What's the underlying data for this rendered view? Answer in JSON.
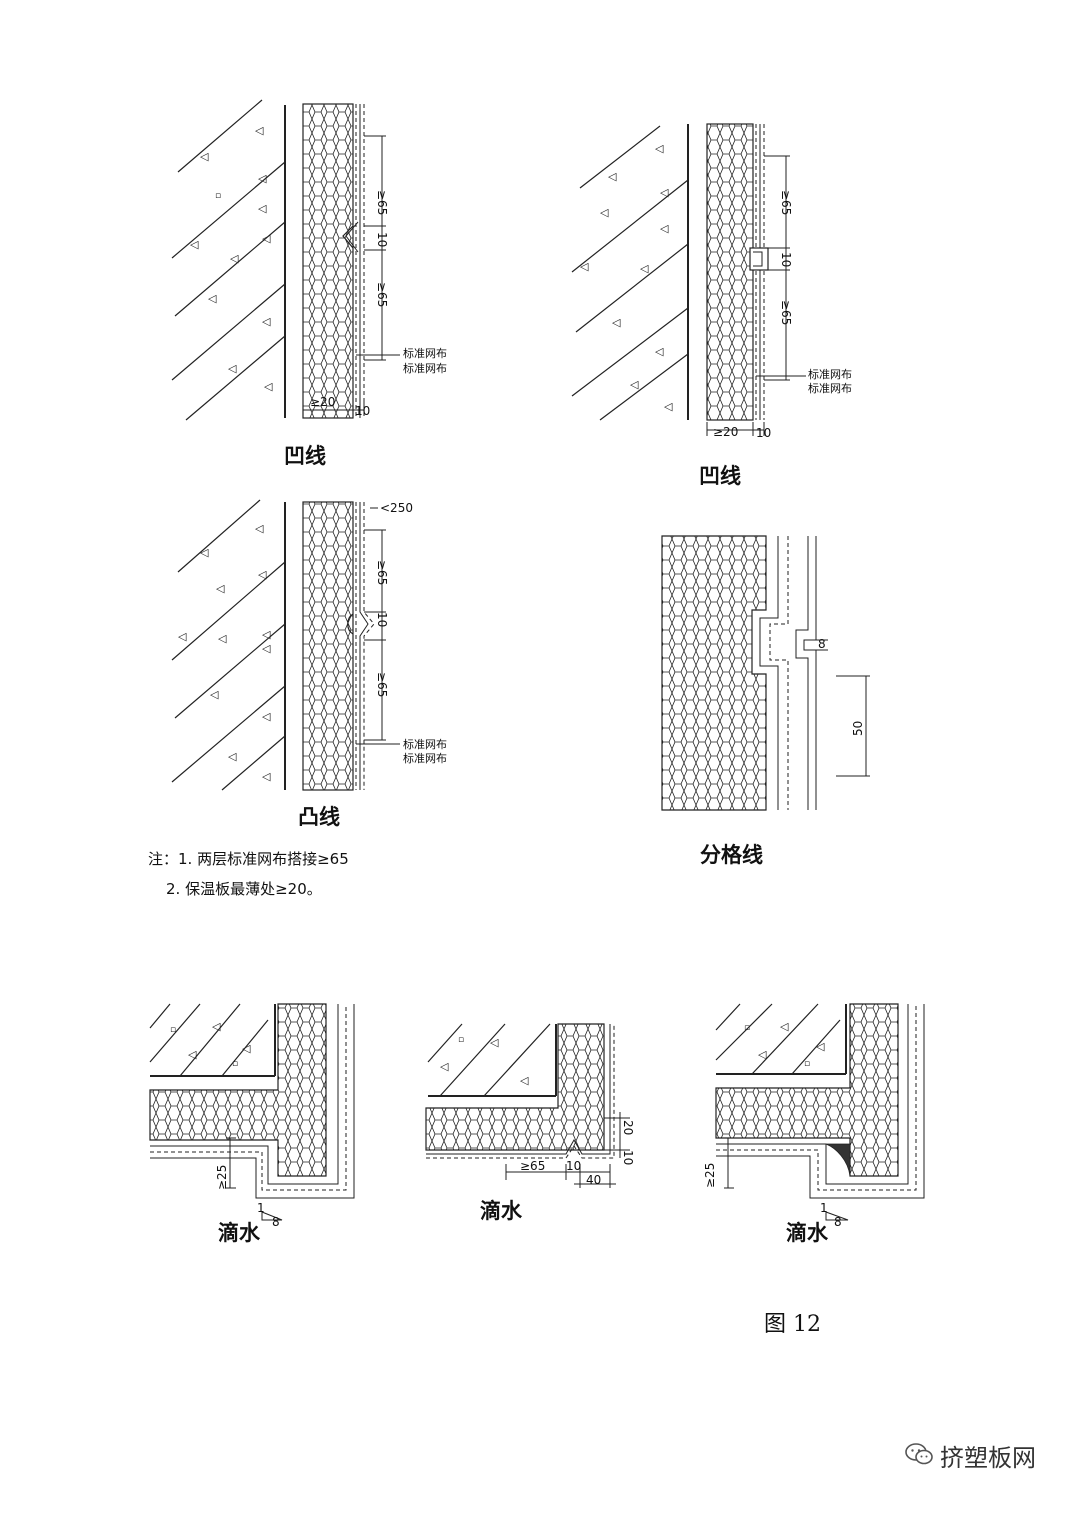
{
  "details": [
    {
      "id": "recess-1",
      "caption": "凹线",
      "dims": [
        "≥65",
        "10",
        "≥65",
        "≥20",
        "10"
      ],
      "labels": [
        "标准网布",
        "标准网布"
      ]
    },
    {
      "id": "recess-2",
      "caption": "凹线",
      "dims": [
        "≥65",
        "10",
        "≥65",
        "≥20",
        "10"
      ],
      "labels": [
        "标准网布",
        "标准网布"
      ]
    },
    {
      "id": "bump",
      "caption": "凸线",
      "dims": [
        "<250",
        "≥65",
        "10",
        "≥65"
      ],
      "labels": [
        "标准网布",
        "标准网布"
      ]
    },
    {
      "id": "division",
      "caption": "分格线",
      "dims": [
        "8",
        "50"
      ]
    },
    {
      "id": "drip-1",
      "caption": "滴水",
      "dims": [
        "≥25"
      ],
      "slope": [
        "1",
        "8"
      ]
    },
    {
      "id": "drip-2",
      "caption": "滴水",
      "dims": [
        "20",
        "≥65",
        "10",
        "10",
        "40"
      ]
    },
    {
      "id": "drip-3",
      "caption": "滴水",
      "dims": [
        "≥25"
      ],
      "slope": [
        "1",
        "8"
      ]
    }
  ],
  "notes": {
    "line1": "注：1. 两层标准网布搭接≥65",
    "line2": "2. 保温板最薄处≥20。"
  },
  "figure_label": "图 12",
  "watermark": "挤塑板网"
}
